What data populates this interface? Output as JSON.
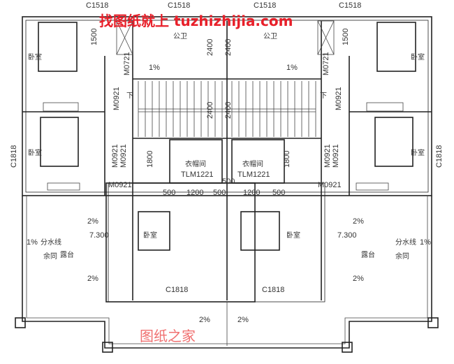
{
  "watermark": {
    "text": "找图纸就上 tuzhizhijia.com",
    "stamp": "图纸之家",
    "color": "#e8202a"
  },
  "windows": {
    "c1518": "C1518",
    "c1818": "C1818"
  },
  "doors": {
    "m0721": "M0721",
    "m0921": "M0921",
    "tlm1221": "TLM1221"
  },
  "rooms": {
    "bedroom": "卧室",
    "bathroom": "公卫",
    "closet": "衣帽间",
    "terrace": "露台",
    "down": "下",
    "divide_line": "分水线",
    "edge": "余同"
  },
  "dims": {
    "d1500": "1500",
    "d2400": "2400",
    "d1800": "1800",
    "d500": "500",
    "d1200": "1200"
  },
  "slopes": {
    "s1": "1%",
    "s2": "2%"
  },
  "elevation": "7.300"
}
